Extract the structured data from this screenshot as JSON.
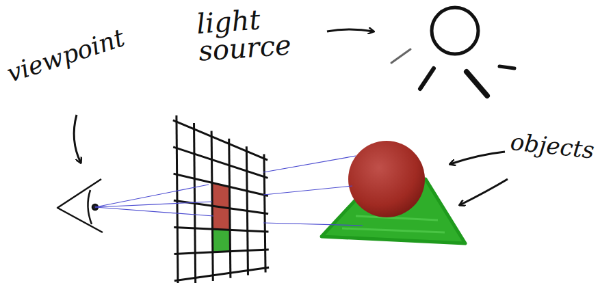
{
  "diagram": {
    "labels": [
      "light source",
      "viewpoint",
      "objects"
    ]
  }
}
